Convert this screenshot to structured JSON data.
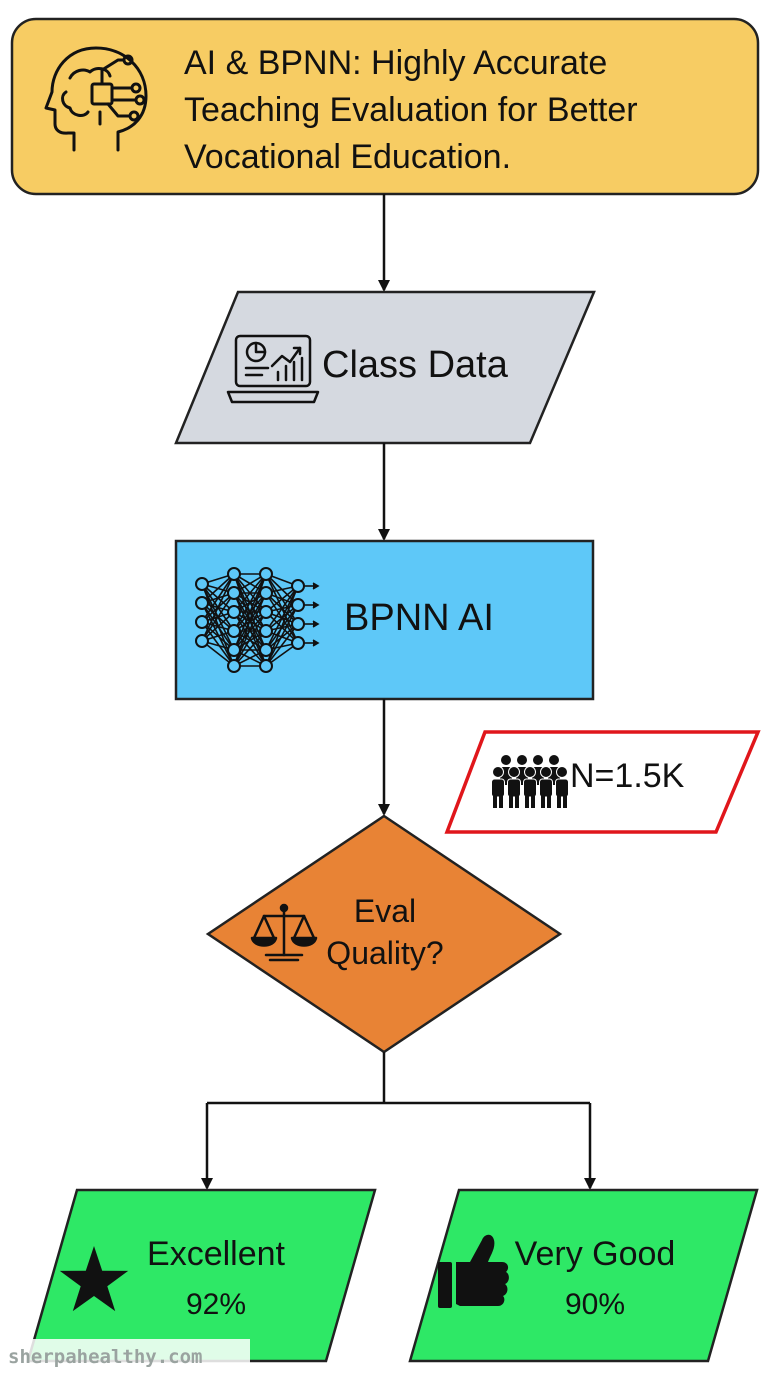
{
  "title": {
    "lines": [
      "AI & BPNN: Highly Accurate",
      "Teaching Evaluation for Better",
      "Vocational Education."
    ],
    "icon": "ai-head-circuit-icon",
    "fill": "#f7cc63"
  },
  "input": {
    "label": "Class Data",
    "icon": "laptop-chart-icon",
    "fill": "#d5d9e0"
  },
  "process": {
    "label": "BPNN AI",
    "icon": "neural-network-icon",
    "fill": "#5ec8f8"
  },
  "sample": {
    "label": "N=1.5K",
    "icon": "people-group-icon",
    "border": "#e0161b"
  },
  "decision": {
    "lines": [
      "Eval",
      "Quality?"
    ],
    "icon": "balance-scale-icon",
    "fill": "#e88335"
  },
  "outcomes": [
    {
      "label": "Excellent",
      "value": "92%",
      "icon": "star-icon",
      "fill": "#2ee866"
    },
    {
      "label": "Very Good",
      "value": "90%",
      "icon": "thumbs-up-icon",
      "fill": "#2ee866"
    }
  ],
  "watermark": "sherpahealthy.com"
}
